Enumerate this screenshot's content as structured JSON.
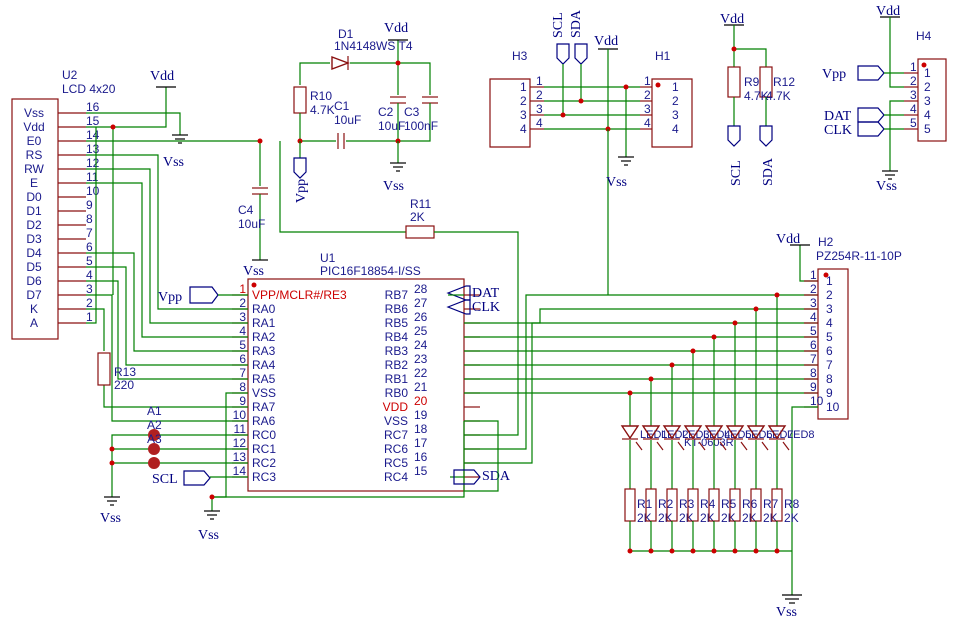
{
  "supplies": {
    "vdd": "Vdd",
    "vss": "Vss"
  },
  "nets": {
    "vpp": "Vpp",
    "scl": "SCL",
    "sda": "SDA",
    "dat": "DAT",
    "clk": "CLK"
  },
  "lcd": {
    "ref": "U2",
    "value": "LCD 4x20",
    "pins": [
      {
        "name": "Vss",
        "num": "16"
      },
      {
        "name": "Vdd",
        "num": "15"
      },
      {
        "name": "E0",
        "num": "14"
      },
      {
        "name": "RS",
        "num": "13"
      },
      {
        "name": "RW",
        "num": "12"
      },
      {
        "name": "E",
        "num": "11"
      },
      {
        "name": "D0",
        "num": "10"
      },
      {
        "name": "D1",
        "num": "9"
      },
      {
        "name": "D2",
        "num": "8"
      },
      {
        "name": "D3",
        "num": "7"
      },
      {
        "name": "D4",
        "num": "6"
      },
      {
        "name": "D5",
        "num": "5"
      },
      {
        "name": "D6",
        "num": "4"
      },
      {
        "name": "D7",
        "num": "3"
      },
      {
        "name": "K",
        "num": "2"
      },
      {
        "name": "A",
        "num": "1"
      }
    ]
  },
  "mcu": {
    "ref": "U1",
    "value": "PIC16F18854-I/SS",
    "left_pins": [
      {
        "name": "VPP/MCLR#/RE3",
        "num": "1"
      },
      {
        "name": "RA0",
        "num": "2"
      },
      {
        "name": "RA1",
        "num": "3"
      },
      {
        "name": "RA2",
        "num": "4"
      },
      {
        "name": "RA3",
        "num": "5"
      },
      {
        "name": "RA4",
        "num": "6"
      },
      {
        "name": "RA5",
        "num": "7"
      },
      {
        "name": "VSS",
        "num": "8"
      },
      {
        "name": "RA7",
        "num": "9"
      },
      {
        "name": "RA6",
        "num": "10"
      },
      {
        "name": "RC0",
        "num": "11"
      },
      {
        "name": "RC1",
        "num": "12"
      },
      {
        "name": "RC2",
        "num": "13"
      },
      {
        "name": "RC3",
        "num": "14"
      }
    ],
    "right_pins": [
      {
        "name": "RB7",
        "num": "28"
      },
      {
        "name": "RB6",
        "num": "27"
      },
      {
        "name": "RB5",
        "num": "26"
      },
      {
        "name": "RB4",
        "num": "25"
      },
      {
        "name": "RB3",
        "num": "24"
      },
      {
        "name": "RB2",
        "num": "23"
      },
      {
        "name": "RB1",
        "num": "22"
      },
      {
        "name": "RB0",
        "num": "21"
      },
      {
        "name": "VDD",
        "num": "20"
      },
      {
        "name": "VSS",
        "num": "19"
      },
      {
        "name": "RC7",
        "num": "18"
      },
      {
        "name": "RC6",
        "num": "17"
      },
      {
        "name": "RC5",
        "num": "16"
      },
      {
        "name": "RC4",
        "num": "15"
      }
    ]
  },
  "parts": {
    "d1_ref": "D1",
    "d1_value": "1N4148WS T4",
    "r10_ref": "R10",
    "r10_value": "4.7K",
    "c1_ref": "C1",
    "c1_value": "10uF",
    "c2_ref": "C2",
    "c2_value": "10uF",
    "c3_ref": "C3",
    "c3_value": "100nF",
    "c4_ref": "C4",
    "c4_value": "10uF",
    "r11_ref": "R11",
    "r11_value": "2K",
    "r13_ref": "R13",
    "r13_value": "220",
    "r9_ref": "R9",
    "r9_value": "4.7K",
    "r12_ref": "R12",
    "r12_value": "4.7K",
    "a1": "A1",
    "a2": "A2",
    "a3": "A3"
  },
  "headers": {
    "h3": {
      "ref": "H3",
      "pins": [
        "1",
        "2",
        "3",
        "4"
      ]
    },
    "h1": {
      "ref": "H1",
      "pins": [
        "1",
        "2",
        "3",
        "4"
      ]
    },
    "h4": {
      "ref": "H4",
      "pins": [
        "1",
        "2",
        "3",
        "4",
        "5"
      ]
    },
    "h2": {
      "ref": "H2",
      "value": "PZ254R-11-10P",
      "pins": [
        "1",
        "2",
        "3",
        "4",
        "5",
        "6",
        "7",
        "8",
        "9",
        "10"
      ]
    }
  },
  "led_array": {
    "labels": [
      "LED1",
      "LED2",
      "LED3",
      "LED4",
      "LED5",
      "LED6",
      "LED7",
      "LED8"
    ],
    "overlap_text": "KT-0603R",
    "resistors": [
      {
        "ref": "R1",
        "value": "2K"
      },
      {
        "ref": "R2",
        "value": "2K"
      },
      {
        "ref": "R3",
        "value": "2K"
      },
      {
        "ref": "R4",
        "value": "2K"
      },
      {
        "ref": "R5",
        "value": "2K"
      },
      {
        "ref": "R6",
        "value": "2K"
      },
      {
        "ref": "R7",
        "value": "2K"
      },
      {
        "ref": "R8",
        "value": "2K"
      }
    ]
  },
  "colors": {
    "wire": "#008000",
    "symbol": "#8a1010",
    "net": "#000080",
    "pin_text": "#1a1a8c",
    "junction": "#cc0000"
  }
}
